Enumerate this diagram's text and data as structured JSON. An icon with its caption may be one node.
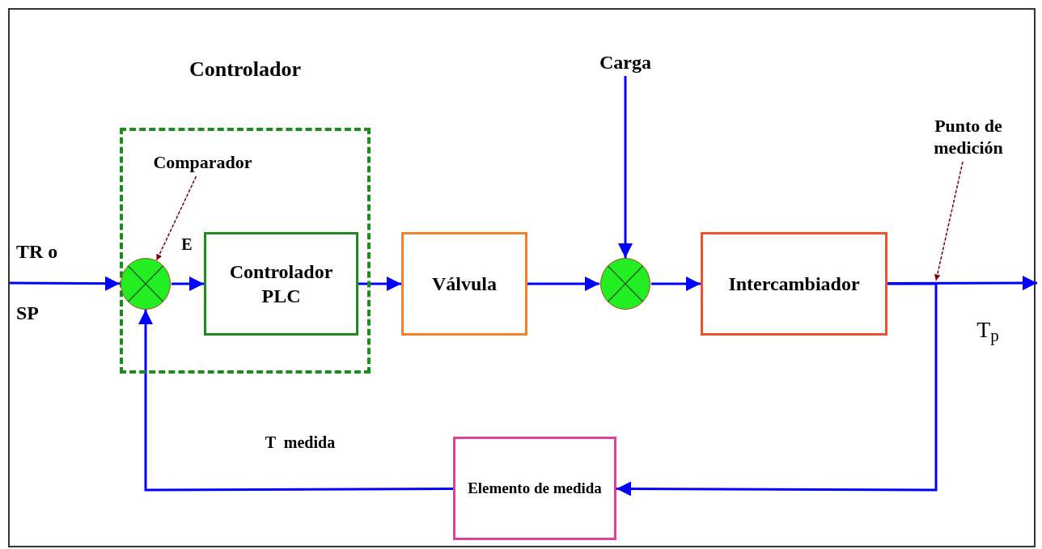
{
  "diagram": {
    "nodes": [
      {
        "text": [
          "Controlador"
        ]
      },
      {
        "text": [],
        "shape": "circle",
        "in": 0
      },
      {
        "text": [
          "Controlador PLC"
        ],
        "in": 0
      },
      {
        "text": [
          "Válvula"
        ]
      },
      {
        "text": [],
        "shape": "circle"
      },
      {
        "text": [
          "Intercambiador"
        ]
      },
      {
        "text": [
          "Elemento de medida"
        ]
      },
      {
        "text": [
          "Comparador"
        ],
        "in": 0
      },
      {
        "text": [
          "Carga"
        ]
      },
      {
        "text": [
          "Punto de medición"
        ]
      }
    ],
    "edges": [
      {
        "from": null,
        "to": 1,
        "arrow": "to"
      },
      {
        "from": 1,
        "to": 2,
        "arrow": "to",
        "label": "E"
      },
      {
        "from": 2,
        "to": 3,
        "arrow": "to"
      },
      {
        "from": 3,
        "to": 4,
        "arrow": "to"
      },
      {
        "from": 8,
        "to": 4,
        "arrow": "to"
      },
      {
        "from": 4,
        "to": 5,
        "arrow": "to"
      },
      {
        "from": 5,
        "to": null,
        "arrow": "to",
        "label": "T$_{p}$"
      },
      {
        "from": 5,
        "to": 6,
        "arrow": "to"
      },
      {
        "from": 6,
        "to": 1,
        "arrow": "to",
        "label": "T  medida"
      },
      {
        "from": 7,
        "to": 1,
        "arrow": "to",
        "style": "dashed",
        "color": "#800000"
      },
      {
        "from": 9,
        "to": null,
        "arrow": "to",
        "style": "dashed",
        "color": "#800000"
      }
    ],
    "labels": [
      "TR o",
      "SP"
    ]
  }
}
